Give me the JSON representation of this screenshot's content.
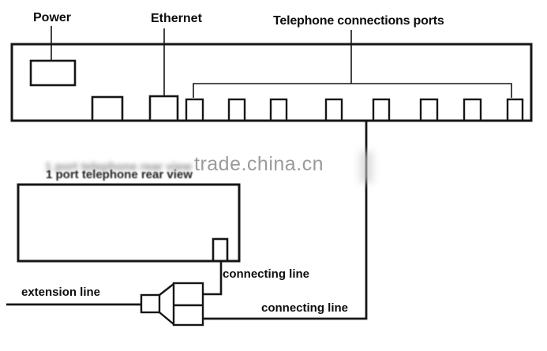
{
  "labels": {
    "power": "Power",
    "ethernet": "Ethernet",
    "telephone_ports": "Telephone connections ports",
    "rear_view": "1 port telephone rear view",
    "extension_line": "extension line",
    "connecting_line_top": "connecting line",
    "connecting_line_bottom": "connecting line"
  },
  "watermark": {
    "text": "trade.china.cn",
    "color": "#9b9b9b"
  },
  "device": {
    "telephone_port_count": 8
  },
  "colors": {
    "line": "#161616",
    "label": "#0d0d0d",
    "background": "#ffffff"
  }
}
